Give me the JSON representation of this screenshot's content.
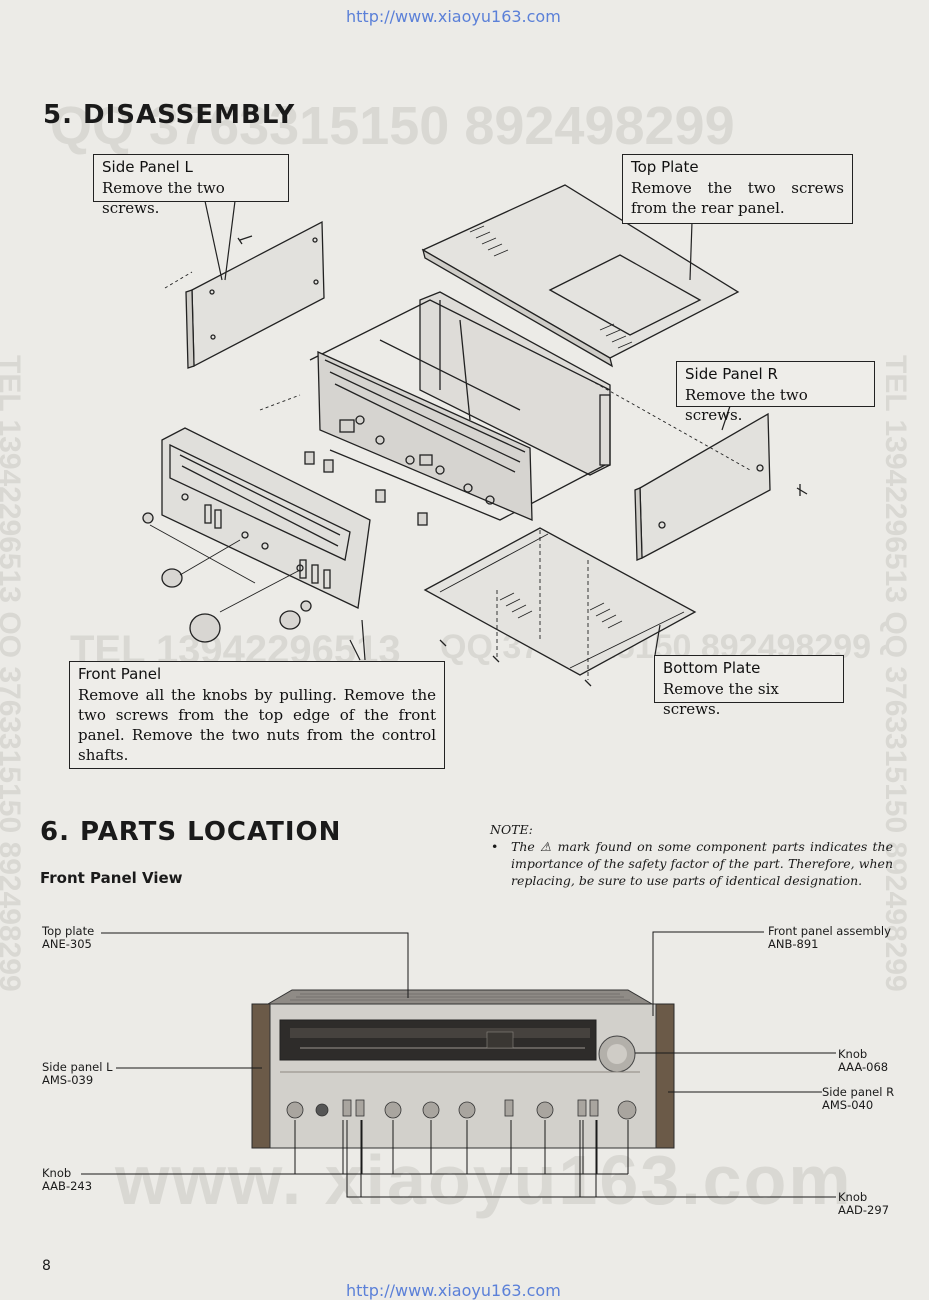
{
  "header_url": "http://www.xiaoyu163.com",
  "footer_url": "http://www.xiaoyu163.com",
  "watermarks": {
    "qq_top": "QQ 3763315150     892498299",
    "tel_mid": "TEL 13942296513",
    "qq_mid": "QQ 3763315150  892498299",
    "www_bottom": "www. xiaoyu163.com",
    "tel_vertical": "TEL 13942296513   QQ 3763315150   892498299"
  },
  "section5": {
    "title": "5. DISASSEMBLY",
    "side_panel_l": {
      "title": "Side Panel L",
      "body": "Remove the two screws."
    },
    "top_plate": {
      "title": "Top Plate",
      "body": "Remove the two screws from the rear panel."
    },
    "side_panel_r": {
      "title": "Side Panel R",
      "body": "Remove the two screws."
    },
    "front_panel": {
      "title": "Front Panel",
      "body": "Remove all the knobs by pulling. Remove the two screws from the top edge of the front panel. Remove the two nuts from the control shafts."
    },
    "bottom_plate": {
      "title": "Bottom Plate",
      "body": "Remove the six screws."
    }
  },
  "section6": {
    "title": "6. PARTS  LOCATION",
    "subtitle": "Front Panel View",
    "note_label": "NOTE:",
    "note_text": "The ⚠ mark found on some component parts indicates the importance of the safety factor of the part. Therefore, when replacing, be sure to use parts of identical designation.",
    "callouts": {
      "top_plate": {
        "name": "Top plate",
        "part": "ANE-305"
      },
      "front_panel_assembly": {
        "name": "Front panel assembly",
        "part": "ANB-891"
      },
      "side_panel_l": {
        "name": "Side panel L",
        "part": "AMS-039"
      },
      "knob_aaa": {
        "name": "Knob",
        "part": "AAA-068"
      },
      "side_panel_r": {
        "name": "Side panel R",
        "part": "AMS-040"
      },
      "knob_aab": {
        "name": "Knob",
        "part": "AAB-243"
      },
      "knob_aad": {
        "name": "Knob",
        "part": "AAD-297"
      }
    }
  },
  "page_number": "8",
  "colors": {
    "paper": "#ecebe7",
    "ink": "#1c1c1c",
    "link": "#5b80d8",
    "watermark": "#d9d8d3"
  }
}
